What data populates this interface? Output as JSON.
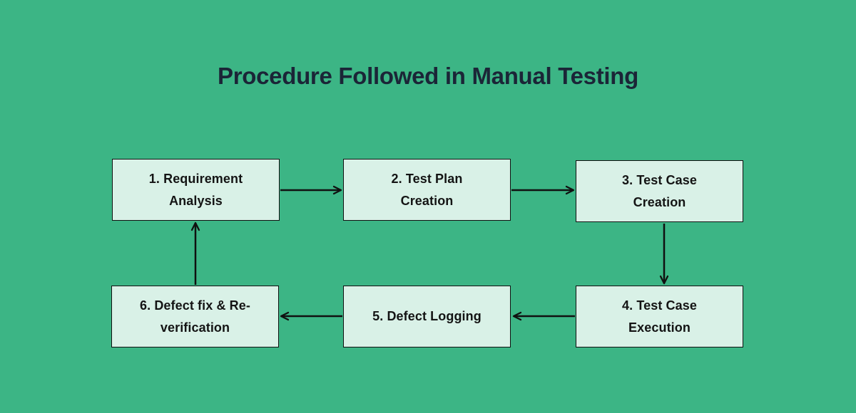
{
  "title": "Procedure Followed in Manual Testing",
  "colors": {
    "background": "#3CB585",
    "box_fill": "#D9F1E7",
    "box_border": "#101010",
    "arrow": "#101010",
    "title_text": "#1B2537",
    "box_text": "#141414"
  },
  "diagram": {
    "type": "flowchart",
    "nodes": [
      {
        "step": 1,
        "label": "1. Requirement Analysis",
        "line1": "1. Requirement",
        "line2": "Analysis"
      },
      {
        "step": 2,
        "label": "2. Test Plan Creation",
        "line1": "2. Test Plan",
        "line2": "Creation"
      },
      {
        "step": 3,
        "label": "3. Test Case Creation",
        "line1": "3. Test Case",
        "line2": "Creation"
      },
      {
        "step": 4,
        "label": "4. Test Case Execution",
        "line1": "4. Test Case",
        "line2": "Execution"
      },
      {
        "step": 5,
        "label": "5. Defect Logging",
        "line1": "5. Defect Logging"
      },
      {
        "step": 6,
        "label": "6. Defect fix & Re-verification",
        "line1": "6. Defect fix & Re-",
        "line2": "verification"
      }
    ],
    "edges": [
      {
        "from": 1,
        "to": 2,
        "direction": "right"
      },
      {
        "from": 2,
        "to": 3,
        "direction": "right"
      },
      {
        "from": 3,
        "to": 4,
        "direction": "down"
      },
      {
        "from": 4,
        "to": 5,
        "direction": "left"
      },
      {
        "from": 5,
        "to": 6,
        "direction": "left"
      },
      {
        "from": 6,
        "to": 1,
        "direction": "up"
      }
    ]
  }
}
